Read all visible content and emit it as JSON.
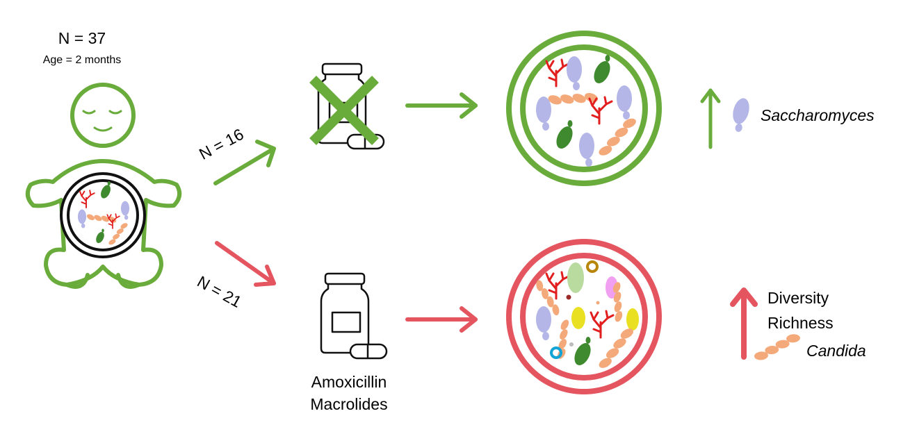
{
  "cohort": {
    "n": "N = 37",
    "age": "Age = 2 months"
  },
  "branches": {
    "untreated": {
      "n": "N = 16"
    },
    "treated": {
      "n": "N = 21",
      "drugs": [
        "Amoxicillin",
        "Macrolides"
      ]
    }
  },
  "outcomes": {
    "untreated": {
      "taxon": "Saccharomyces"
    },
    "treated": {
      "diversity": "Diversity",
      "richness": "Richness",
      "taxon": "Candida"
    }
  },
  "colors": {
    "untreated": "#6aac3b",
    "treated": "#e4555f",
    "outline": "#111111",
    "saccharomyces": "#b3b6e6",
    "candida": "#f4a97a",
    "filament": "#e21d1d",
    "dark_fungus": "#3f8a2e"
  }
}
